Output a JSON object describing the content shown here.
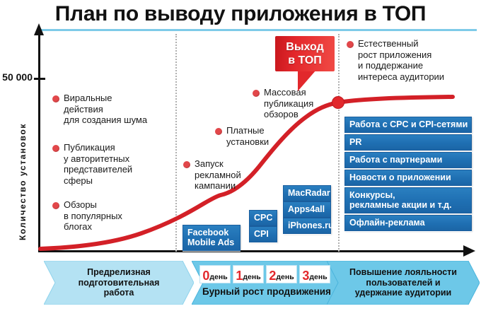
{
  "title": "План по выводу приложения в ТОП",
  "chart_data": {
    "type": "line",
    "title": "План по выводу приложения в ТОП",
    "xlabel": "",
    "ylabel": "Количество установок",
    "y_tick_labels": [
      "50 000"
    ],
    "grid": false,
    "legend": "none",
    "series": [
      {
        "name": "Количество установок",
        "color": "#d32027",
        "points": [
          {
            "x": 0,
            "y": 0
          },
          {
            "x": 12,
            "y": 1
          },
          {
            "x": 25,
            "y": 3
          },
          {
            "x": 38,
            "y": 8
          },
          {
            "x": 48,
            "y": 16
          },
          {
            "x": 56,
            "y": 26
          },
          {
            "x": 62,
            "y": 33
          },
          {
            "x": 68,
            "y": 48
          },
          {
            "x": 74,
            "y": 62
          },
          {
            "x": 79,
            "y": 72
          },
          {
            "x": 84,
            "y": 78
          },
          {
            "x": 90,
            "y": 82
          },
          {
            "x": 100,
            "y": 86
          }
        ]
      }
    ],
    "markers": [
      {
        "label": "Выход в ТОП",
        "x": 68,
        "y": 48
      }
    ],
    "phase_dividers_x": [
      27,
      68
    ]
  },
  "axis": {
    "y_label": "Количество установок",
    "y_tick": "50 000"
  },
  "callouts": [
    {
      "name": "viral",
      "text": "Виральные\nдействия\nдля создания шума"
    },
    {
      "name": "publication",
      "text": "Публикация\nу авторитетных\nпредставителей\nсферы"
    },
    {
      "name": "reviews-blogs",
      "text": "Обзоры\nв популярных\nблогах"
    },
    {
      "name": "paid-installs",
      "text": "Платные\nустановки"
    },
    {
      "name": "ad-campaign",
      "text": "Запуск\nрекламной\nкампании"
    },
    {
      "name": "mass-reviews",
      "text": "Массовая\nпубликация\nобзоров"
    },
    {
      "name": "organic-growth",
      "text": "Естественный\nрост приложения\nи поддержание\nинтереса аудитории"
    }
  ],
  "top_badge": {
    "label": "Выход\nв ТОП",
    "color": "#e2282c"
  },
  "blue_boxes": {
    "middle": [
      {
        "name": "facebook-mobile-ads",
        "text": "Facebook\nMobile Ads"
      },
      {
        "name": "cpc",
        "text": "CPC"
      },
      {
        "name": "cpi",
        "text": "CPI"
      },
      {
        "name": "macradar",
        "text": "MacRadar"
      },
      {
        "name": "apps4all",
        "text": "Apps4all"
      },
      {
        "name": "iphones-ru",
        "text": "iPhones.ru"
      }
    ],
    "right": [
      {
        "name": "cpc-cpi-networks",
        "text": "Работа с CPC и CPI-сетями"
      },
      {
        "name": "pr",
        "text": "PR"
      },
      {
        "name": "partners",
        "text": "Работа с партнерами"
      },
      {
        "name": "app-news",
        "text": "Новости о приложении"
      },
      {
        "name": "contests",
        "text": "Конкурсы,\nрекламные акции и т.д."
      },
      {
        "name": "offline-ads",
        "text": "Офлайн-реклама"
      }
    ],
    "color": "#1f6fb2"
  },
  "phases": [
    {
      "name": "pre-release",
      "text": "Предрелизная\nподготовительная\nработа"
    },
    {
      "name": "rapid-growth",
      "text": "Бурный рост продвижения",
      "days": [
        {
          "num": "0",
          "unit": "день"
        },
        {
          "num": "1",
          "unit": "день"
        },
        {
          "num": "2",
          "unit": "день"
        },
        {
          "num": "3",
          "unit": "день"
        }
      ]
    },
    {
      "name": "loyalty",
      "text": "Повышение лояльности\nпользователей и\nудержание аудитории"
    }
  ],
  "colors": {
    "accent_red": "#e2282c",
    "curve_red": "#d32027",
    "blue": "#1f6fb2",
    "banner_blue": "#4cb8e0",
    "banner_blue_light": "#bfe6f5",
    "rule": "#7ecbe8"
  }
}
